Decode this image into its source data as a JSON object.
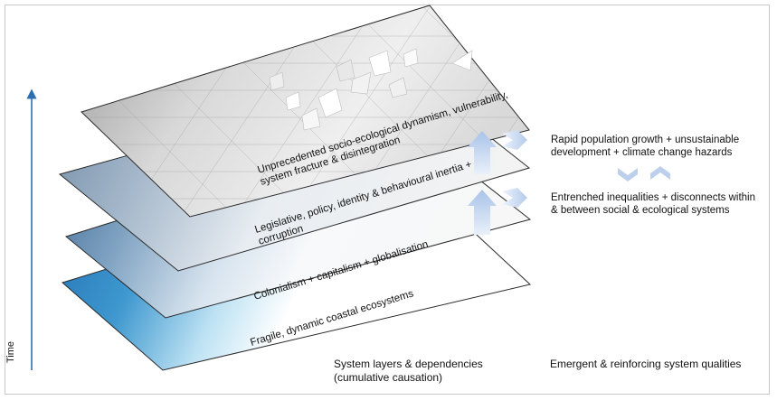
{
  "time_axis": {
    "label": "Time"
  },
  "layers": [
    {
      "id": "layer-1",
      "label": "Fragile, dynamic coastal ecosystems"
    },
    {
      "id": "layer-2",
      "label": "Colonialism + capitalism + globalisation"
    },
    {
      "id": "layer-3",
      "label_line1": "Legislative, policy, identity & behavioural inertia +",
      "label_line2": "corruption"
    },
    {
      "id": "layer-4",
      "label_line1": "Unprecedented socio-ecological dynamism, vulnerability,",
      "label_line2": "system fracture & disintegration"
    }
  ],
  "qualities": {
    "upper_line1": "Rapid population growth + unsustainable",
    "upper_line2": "development + climate change hazards",
    "lower_line1": "Entrenched inequalities + disconnects within",
    "lower_line2": "& between social & ecological systems"
  },
  "captions": {
    "left_line1": "System layers & dependencies",
    "left_line2": "(cumulative causation)",
    "right": "Emergent & reinforcing system qualities"
  },
  "colors": {
    "time_arrow": "#2f6fb0",
    "arrow_fill": "#c5d6ee",
    "layer_border": "#2a2a2a"
  }
}
